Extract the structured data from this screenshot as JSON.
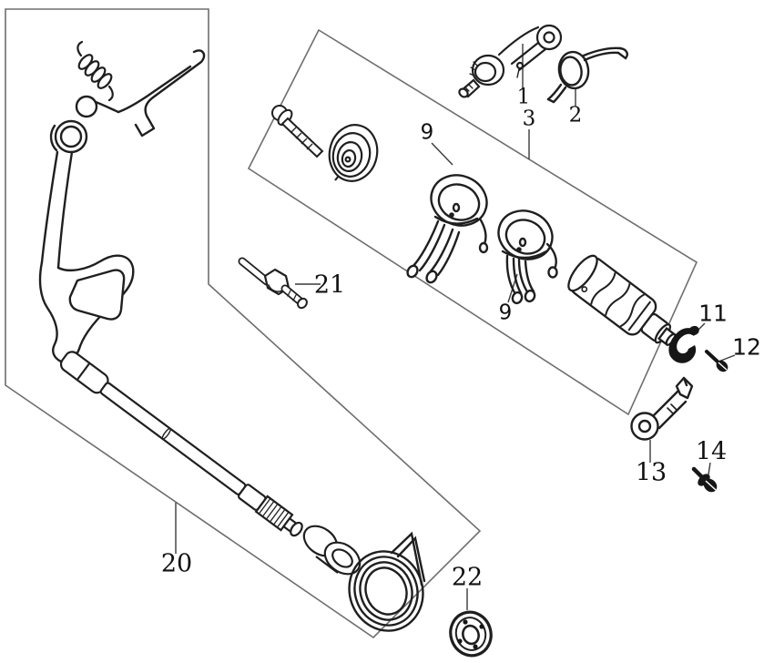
{
  "labels": {
    "p1": "1",
    "p2": "2",
    "p3": "3",
    "p9a": "9",
    "p9b": "9",
    "p11": "11",
    "p12": "12",
    "p13": "13",
    "p14": "14",
    "p20": "20",
    "p21": "21",
    "p22": "22"
  },
  "colors": {
    "background": "#ffffff",
    "part_line": "#1f1f1f",
    "box_line": "#6e6e6e",
    "leader_line": "#3a3a3a",
    "dark_fill": "#161616"
  }
}
